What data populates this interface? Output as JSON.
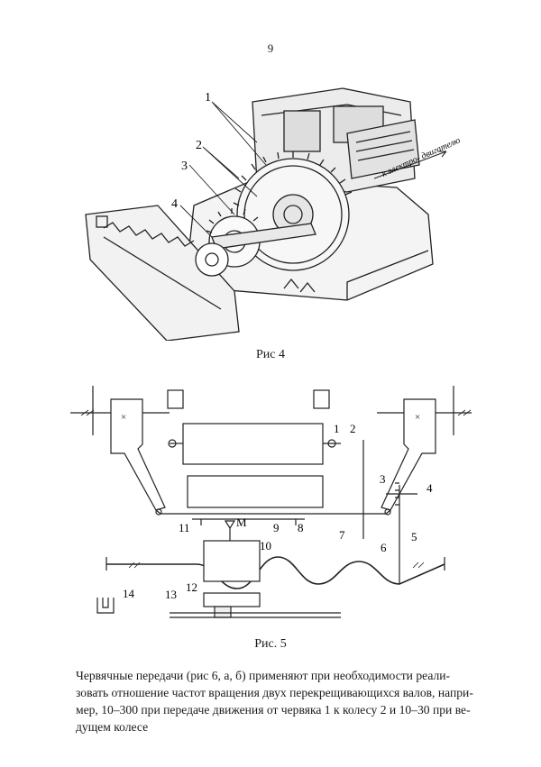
{
  "page": {
    "number": "9"
  },
  "figure4": {
    "caption": "Рис 4",
    "labels": [
      "1",
      "2",
      "3",
      "4"
    ],
    "annotation": "к электро- двигателю"
  },
  "figure5": {
    "caption": "Рис. 5",
    "labels": [
      "1",
      "2",
      "3",
      "4",
      "5",
      "6",
      "7",
      "8",
      "9",
      "10",
      "11",
      "12",
      "13",
      "14"
    ],
    "motor_label": "М"
  },
  "text": {
    "line1": "Червячные передачи (рис 6, а, б) применяют при необходимости реали-",
    "line2": "зовать отношение частот вращения двух перекрещивающихся валов, напри-",
    "line3": "мер, 10–300 при передаче движения от червяка 1 к колесу 2 и 10–30 при ве-",
    "line4": "дущем колесе"
  }
}
